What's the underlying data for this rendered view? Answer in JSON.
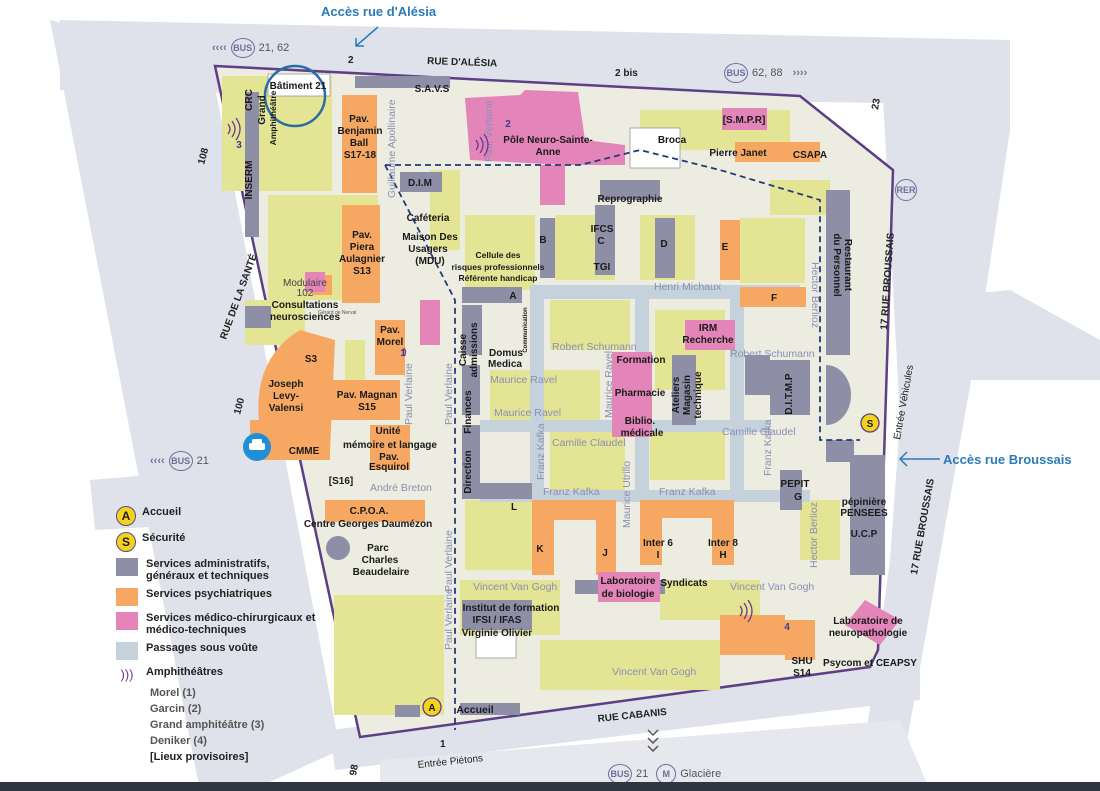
{
  "access": {
    "alesia": "Accès rue d'Alésia",
    "broussais": "Accès rue Broussais"
  },
  "streets": {
    "alesia": "RUE D'ALÉSIA",
    "sante": "RUE DE LA SANTÉ",
    "broussais_top": "17 RUE BROUSSAIS",
    "broussais_bottom": "17 RUE BROUSSAIS",
    "cabanis": "RUE CABANIS",
    "entree_pietons": "Entrée Piétons",
    "entree_vehicules": "Entrée Véhicules"
  },
  "street_numbers": {
    "n2": "2",
    "n2bis": "2 bis",
    "n23": "23",
    "n108": "108",
    "n100": "100",
    "n1": "1",
    "n98": "98"
  },
  "bus": {
    "top_left": {
      "arrows": "‹‹‹‹",
      "label": "BUS",
      "lines": "21, 62"
    },
    "top_right": {
      "label": "BUS",
      "lines": "62, 88",
      "arrows": "››››"
    },
    "left": {
      "arrows": "‹‹‹‹",
      "label": "BUS",
      "lines": "21"
    },
    "bottom": {
      "label": "BUS",
      "lines": "21",
      "metro": "M",
      "metro_name": "Glacière"
    },
    "rer": "RER"
  },
  "buildings": {
    "batiment21": "Bâtiment 21",
    "savs": "S.A.V.S",
    "pole1": "Pôle Neuro-Sainte-",
    "pole2": "Anne",
    "pole_num": "2",
    "broca": "Broca",
    "smpr": "[S.M.P.R]",
    "pierre_janet": "Pierre Janet",
    "csapa": "CSAPA",
    "crc": "CRC",
    "grand": "Grand",
    "amphitheatre": "Amphithéâtre",
    "amphi3": "3",
    "pav_ball1": "Pav.",
    "pav_ball2": "Benjamin",
    "pav_ball3": "Ball",
    "pav_ball4": "S17-18",
    "inserm": "INSERM",
    "dim": "D.I.M",
    "reprographie": "Reprographie",
    "cafeteria": "Caféteria",
    "mdu1": "Maison Des",
    "mdu2": "Usagers",
    "mdu3": "(MDU)",
    "pav_aul1": "Pav.",
    "pav_aul2": "Piera",
    "pav_aul3": "Aulagnier",
    "pav_aul4": "S13",
    "cellule1": "Cellule des",
    "cellule2": "risques professionnels",
    "cellule3": "Référente handicap",
    "b": "B",
    "ifcs1": "IFCS",
    "ifcs2": "C",
    "tgi": "TGI",
    "d": "D",
    "e": "E",
    "f": "F",
    "a": "A",
    "modulaire1": "Modulaire",
    "modulaire2": "102",
    "consult1": "Consultations",
    "consult2": "neurosciences",
    "gerard": "Gérard de Nerval",
    "restaurant1": "Restaurant",
    "restaurant2": "du Personnel",
    "caisse1": "Caisse",
    "caisse2": "admissions",
    "communication": "Communication",
    "domus1": "Domus",
    "domus2": "Medica",
    "formation": "Formation",
    "irm1": "IRM",
    "irm2": "Recherche",
    "s3": "S3",
    "pav_morel1": "Pav.",
    "pav_morel2": "Morel",
    "morel_num": "1",
    "joseph1": "Joseph",
    "joseph2": "Levy-",
    "joseph3": "Valensi",
    "pav_magnan1": "Pav. Magnan",
    "pav_magnan2": "S15",
    "finances": "Finances",
    "pharmacie": "Pharmacie",
    "ateliers1": "Ateliers",
    "ateliers2": "Magasin",
    "ateliers3": "technique",
    "ditmp": "D.I.T.M.P",
    "biblio1": "Biblio.",
    "biblio2": "médicale",
    "unite1": "Unité",
    "unite2": "mémoire et langage",
    "cmme": "CMME",
    "pav_esq1": "Pav.",
    "pav_esq2": "Esquirol",
    "direction": "Direction",
    "s16": "[S16]",
    "pepit": "PEPIT",
    "g": "G",
    "pepiniere1": "pépinière",
    "pepiniere2": "PENSEES",
    "ucp": "U.C.P",
    "cpoa": "C.P.O.A.",
    "dauzmezon": "Centre Georges Daumézon",
    "l": "L",
    "k": "K",
    "j": "J",
    "inter6a": "Inter 6",
    "inter6b": "I",
    "inter8a": "Inter 8",
    "inter8b": "H",
    "parc1": "Parc",
    "parc2": "Charles",
    "parc3": "Beaudelaire",
    "labo_bio1": "Laboratoire",
    "labo_bio2": "de biologie",
    "syndicats": "Syndicats",
    "institut1": "Institut de formation",
    "institut2": "IFSI / IFAS",
    "institut3": "Virginie Olivier",
    "amphi4": "4",
    "labo_neuro1": "Laboratoire de",
    "labo_neuro2": "neuropathologie",
    "shu1": "SHU",
    "shu2": "S14",
    "psycom": "Psycom et CEAPSY",
    "accueil": "Accueil",
    "accueil_letter": "A",
    "securite_letter": "S"
  },
  "inner_streets": {
    "guillaume": "Guillaume Apollinaire",
    "paul_verlaine_top": "Paul Verlaine",
    "henri_michaux": "Henri Michaux",
    "hector_berlioz_top": "Hector Berlioz",
    "robert_schumann_l": "Robert Schumann",
    "robert_schumann_r": "Robert Schumann",
    "maurice_ravel_1": "Maurice Ravel",
    "maurice_ravel_2": "Maurice Ravel",
    "maurice_ravel_v": "Maurice Ravel",
    "camille_claudel_l": "Camille Claudel",
    "camille_claudel_r": "Camille Claudel",
    "paul_verlaine_1": "Paul Verlaine",
    "paul_verlaine_2": "Paul Verlaine",
    "paul_verlaine_3": "Paul Verlaine",
    "paul_verlaine_4": "Paul Verlaine",
    "franz_kafka_v": "Franz Kafka",
    "franz_kafka_1": "Franz Kafka",
    "franz_kafka_2": "Franz Kafka",
    "franz_kafka_v2": "Franz Kafka",
    "maurice_utrillo": "Maurice Utrillo",
    "andre_breton": "André Breton",
    "hector_berlioz_bot": "Hector Berlioz",
    "vincent_1": "Vincent Van Gogh",
    "vincent_2": "Vincent Van Gogh",
    "vincent_3": "Vincent Van Gogh"
  },
  "legend": {
    "accueil": "Accueil",
    "securite": "Sécurité",
    "admin": "Services administratifs, généraux et techniques",
    "psy": "Services psychiatriques",
    "medico": "Services médico-chirurgicaux et médico-techniques",
    "passages": "Passages sous voûte",
    "amphis": "Amphithéâtres",
    "morel": "Morel (1)",
    "garcin": "Garcin (2)",
    "grand": "Grand amphitéâtre (3)",
    "deniker": "Deniker (4)",
    "provisoires": "[Lieux provisoires]"
  },
  "colors": {
    "green": "#e3e494",
    "orange": "#f6a863",
    "pink": "#e485b9",
    "admin": "#8f8ea7",
    "passage": "#c5d2dc",
    "road": "#dfe2ea",
    "wall": "#5c3f86",
    "accent_blue": "#2b7bb9"
  },
  "icons": [
    "bus-icon",
    "metro-icon",
    "rer-icon",
    "car-icon",
    "sound-icon",
    "arrow-icon"
  ]
}
